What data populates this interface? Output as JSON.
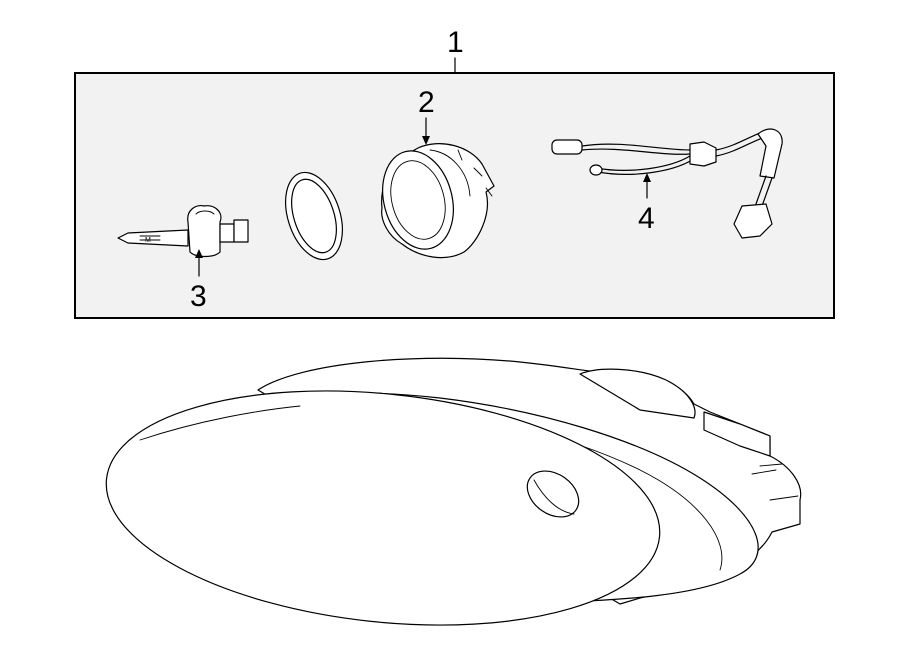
{
  "callouts": {
    "assembly": "1",
    "socket": "2",
    "bulb": "3",
    "wiring": "4"
  },
  "bulb_marking": "M",
  "colors": {
    "background": "#ffffff",
    "kit_box": "#f2f2f2",
    "line": "#000000"
  }
}
